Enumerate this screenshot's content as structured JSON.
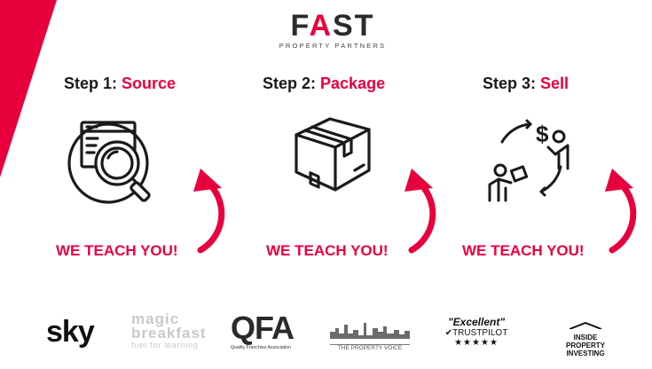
{
  "logo": {
    "word_left": "F",
    "word_accent": "A",
    "word_right": "ST",
    "tagline": "PROPERTY PARTNERS"
  },
  "steps": [
    {
      "prefix": "Step 1:",
      "name": "Source",
      "icon": "search-listing-icon"
    },
    {
      "prefix": "Step 2:",
      "name": "Package",
      "icon": "box-icon"
    },
    {
      "prefix": "Step 3:",
      "name": "Sell",
      "icon": "exchange-icon"
    }
  ],
  "teach_label": "WE TEACH YOU!",
  "brands": {
    "sky": "sky",
    "magic_1": "magic",
    "magic_2": "breakfast",
    "magic_3": "fuel for learning",
    "qfa": "QFA",
    "qfa_sub": "Quality Franchise Association",
    "property_voice": "THE PROPERTY VOICE",
    "trust_quote": "\"Excellent\"",
    "trustpilot": "TRUSTPILOT",
    "inside_1": "INSIDE",
    "inside_2": "PROPERTY",
    "inside_3": "INVESTING"
  },
  "colors": {
    "accent": "#e8003d",
    "dark": "#1a1a1a"
  }
}
